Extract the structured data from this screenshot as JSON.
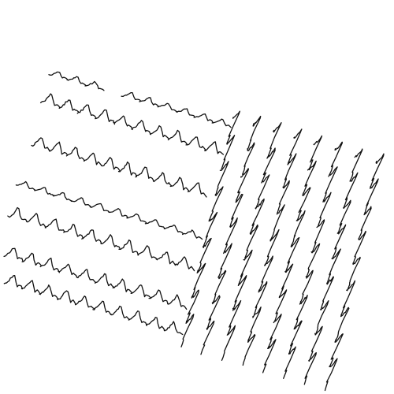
{
  "image": {
    "background": "#ffffff",
    "ink_color": "#111111",
    "subject": "line-drawing",
    "left_group": {
      "rows": 7,
      "strokes_per_row": 10
    },
    "right_group": {
      "columns": 8,
      "strokes_per_column": 9
    }
  }
}
